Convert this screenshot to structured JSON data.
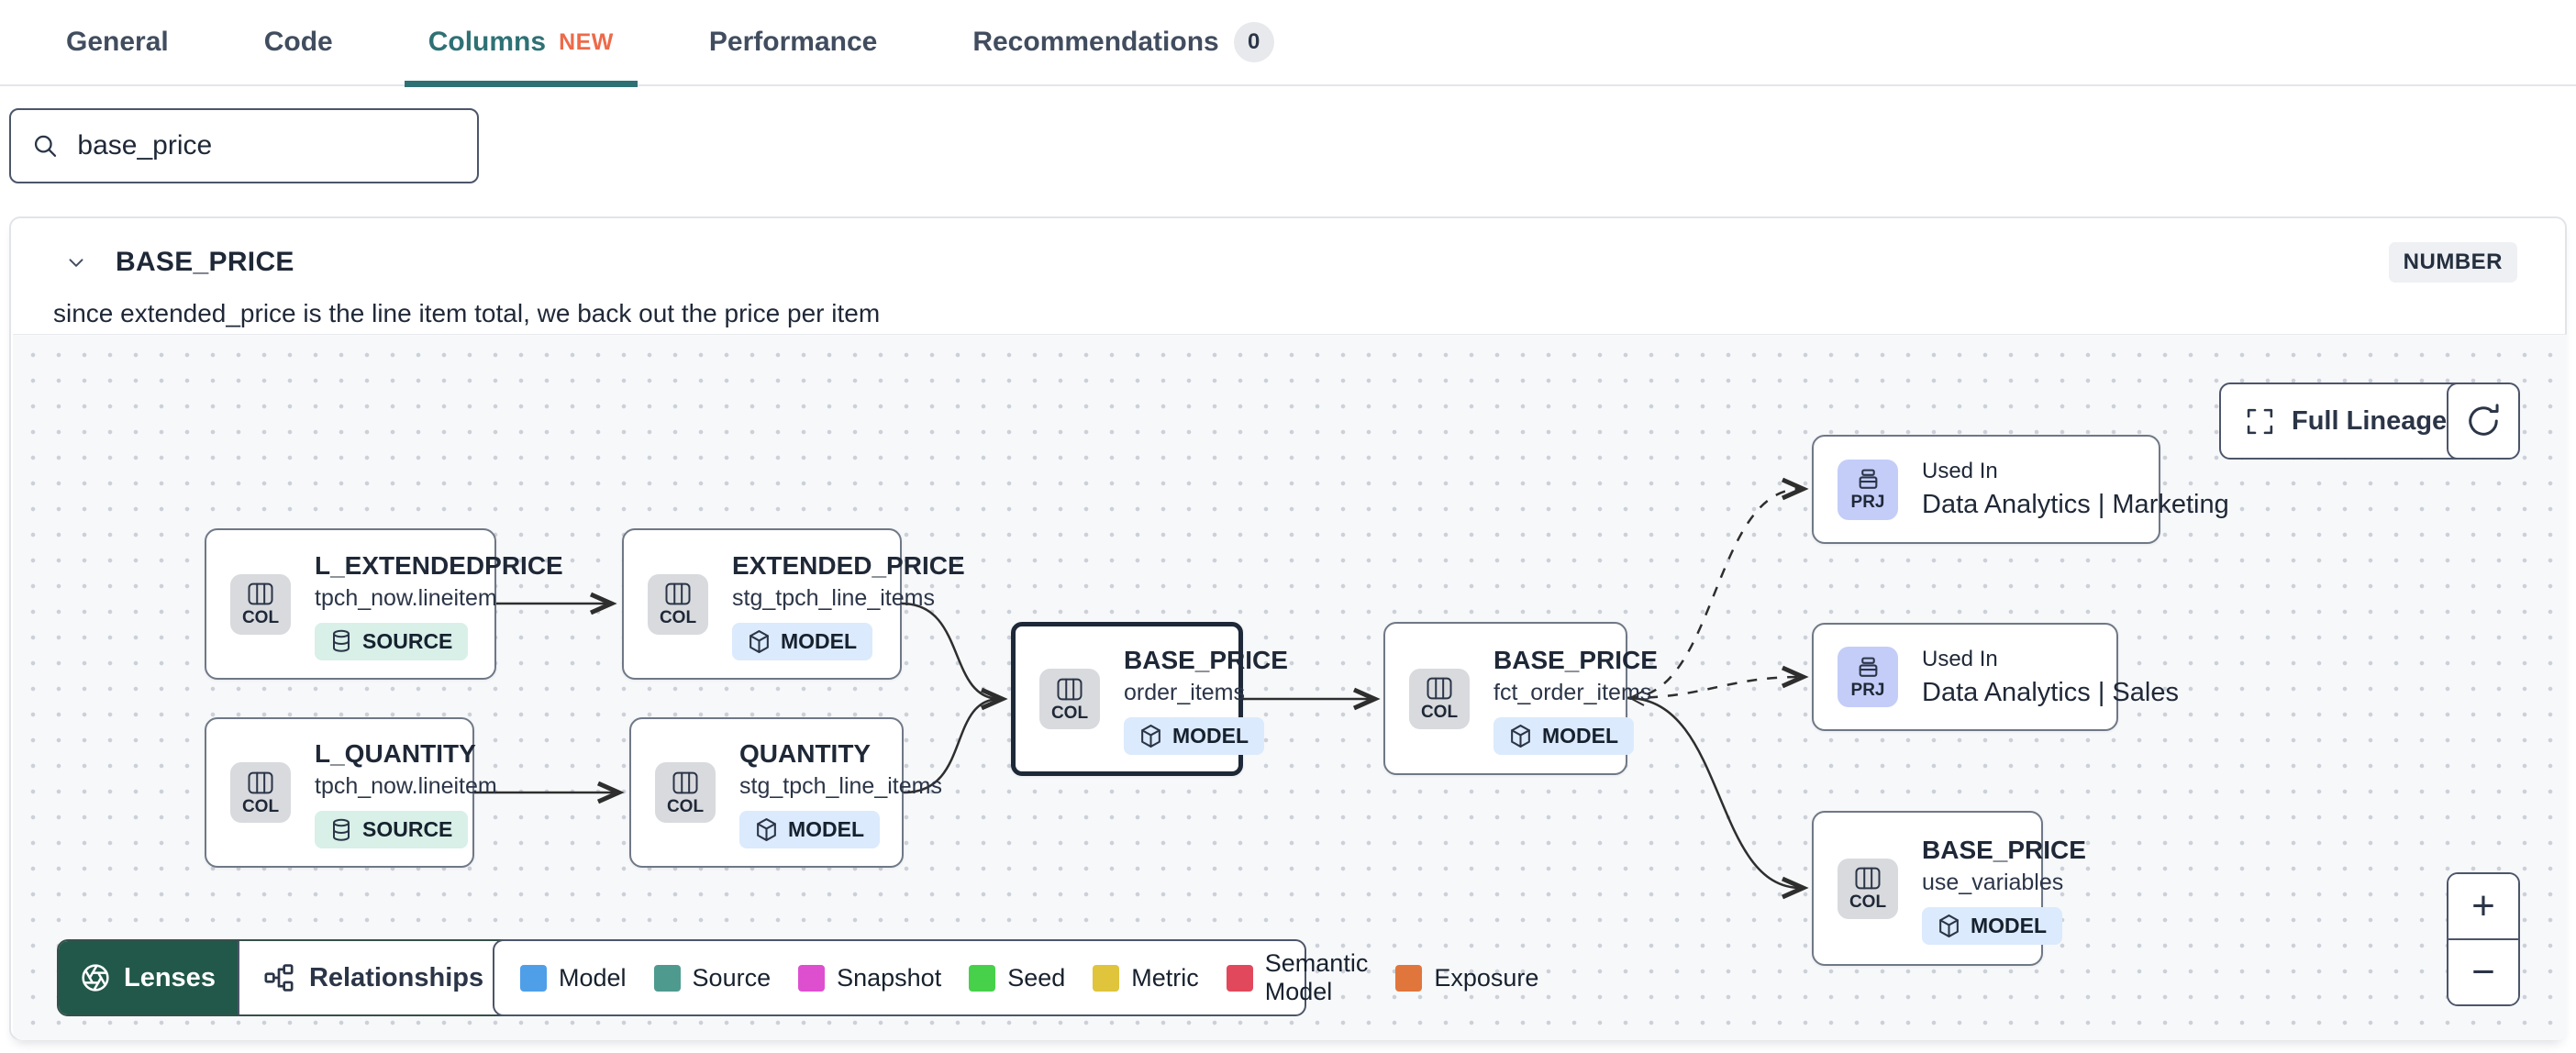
{
  "tabs": {
    "items": [
      {
        "label": "General"
      },
      {
        "label": "Code"
      },
      {
        "label": "Columns",
        "new_badge": "NEW"
      },
      {
        "label": "Performance"
      },
      {
        "label": "Recommendations",
        "count": "0"
      }
    ]
  },
  "search": {
    "value": "base_price"
  },
  "column_panel": {
    "name": "BASE_PRICE",
    "type": "NUMBER",
    "description": "since extended_price is the line item total, we back out the price per item"
  },
  "lineage": {
    "full_lineage_label": "Full Lineage",
    "zoom_in": "+",
    "zoom_out": "−",
    "nodes": [
      {
        "title": "L_EXTENDEDPRICE",
        "subtitle": "tpch_now.lineitem",
        "chip": "COL",
        "badge": "SOURCE"
      },
      {
        "title": "L_QUANTITY",
        "subtitle": "tpch_now.lineitem",
        "chip": "COL",
        "badge": "SOURCE"
      },
      {
        "title": "EXTENDED_PRICE",
        "subtitle": "stg_tpch_line_items",
        "chip": "COL",
        "badge": "MODEL"
      },
      {
        "title": "QUANTITY",
        "subtitle": "stg_tpch_line_items",
        "chip": "COL",
        "badge": "MODEL"
      },
      {
        "title": "BASE_PRICE",
        "subtitle": "order_items",
        "chip": "COL",
        "badge": "MODEL",
        "selected": true
      },
      {
        "title": "BASE_PRICE",
        "subtitle": "fct_order_items",
        "chip": "COL",
        "badge": "MODEL"
      },
      {
        "label_top": "Used In",
        "title": "Data Analytics | Marketing",
        "chip": "PRJ"
      },
      {
        "label_top": "Used In",
        "title": "Data Analytics | Sales",
        "chip": "PRJ"
      },
      {
        "title": "BASE_PRICE",
        "subtitle": "use_variables",
        "chip": "COL",
        "badge": "MODEL"
      }
    ],
    "footer": {
      "lenses_label": "Lenses",
      "relationships_label": "Relationships",
      "legend": [
        {
          "label": "Model",
          "color": "#4f9fe8"
        },
        {
          "label": "Source",
          "color": "#4f9a8f"
        },
        {
          "label": "Snapshot",
          "color": "#de4fd0"
        },
        {
          "label": "Seed",
          "color": "#47d14b"
        },
        {
          "label": "Metric",
          "color": "#e0c43c"
        },
        {
          "label": "Semantic Model",
          "color": "#e2485c"
        },
        {
          "label": "Exposure",
          "color": "#e0763c"
        }
      ]
    }
  },
  "colors": {
    "active_tab": "#2e7175",
    "new_badge": "#ed6a49",
    "lenses_bg": "#215849",
    "source_badge_bg": "#d8f0e8",
    "model_badge_bg": "#dbeafc",
    "prj_chip_bg": "#c4cdf8"
  },
  "icons": {
    "search": "magnifier",
    "chevron_down": "⌄",
    "columns": "table-columns",
    "database": "cylinder",
    "cube": "box",
    "project": "stacked-trays",
    "lenses": "aperture",
    "relationships": "network",
    "full_lineage": "expand-corners",
    "refresh": "rotate-cw"
  }
}
